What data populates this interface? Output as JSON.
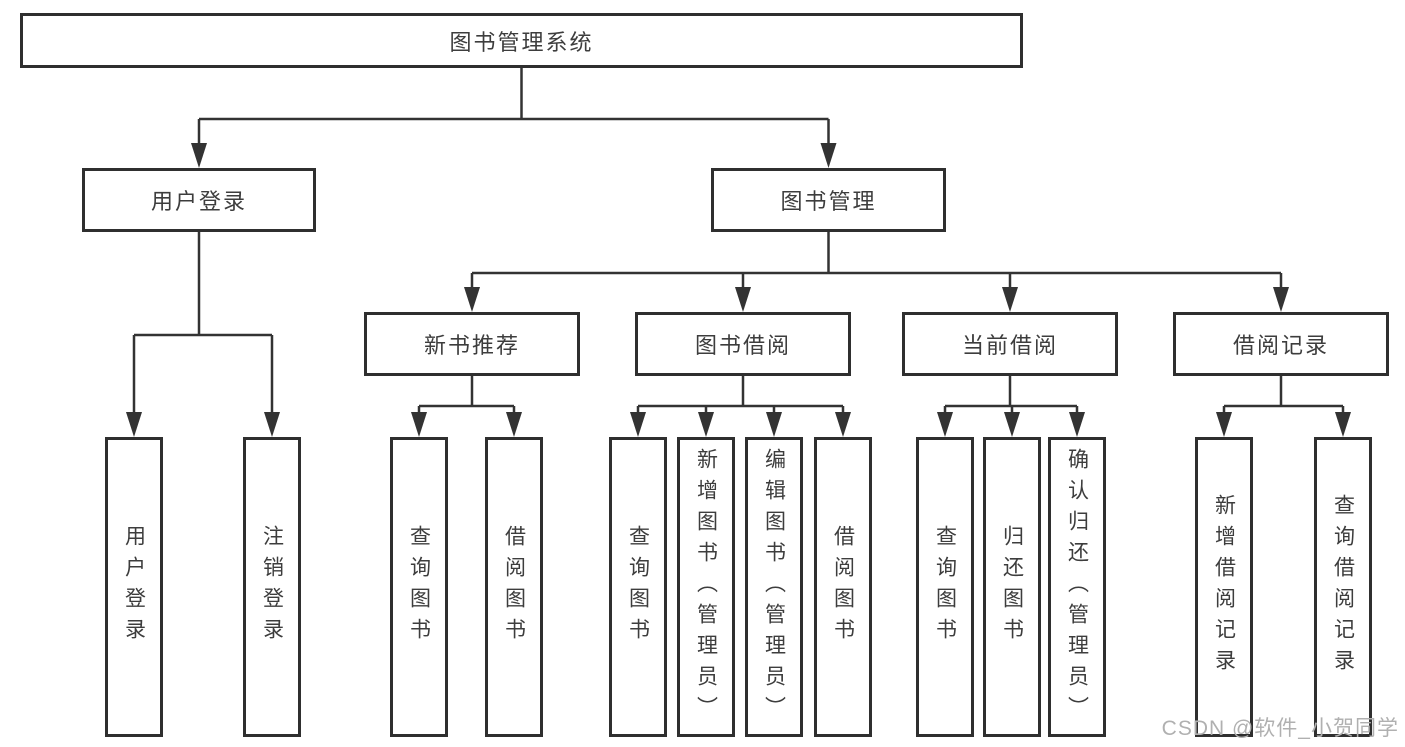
{
  "diagram_title": "图书管理系统",
  "watermark": "CSDN @软件_小贺同学",
  "colors": {
    "line": "#333333",
    "box_border": "#2f2f2f",
    "text": "#3d3d3d",
    "background": "#ffffff",
    "watermark": "#b0b0b0"
  },
  "tree": {
    "label": "图书管理系统",
    "children": [
      {
        "label": "用户登录",
        "children": [
          {
            "label": "用户登录"
          },
          {
            "label": "注销登录"
          }
        ]
      },
      {
        "label": "图书管理",
        "children": [
          {
            "label": "新书推荐",
            "children": [
              {
                "label": "查询图书"
              },
              {
                "label": "借阅图书"
              }
            ]
          },
          {
            "label": "图书借阅",
            "children": [
              {
                "label": "查询图书"
              },
              {
                "label": "新增图书（管理员）"
              },
              {
                "label": "编辑图书（管理员）"
              },
              {
                "label": "借阅图书"
              }
            ]
          },
          {
            "label": "当前借阅",
            "children": [
              {
                "label": "查询图书"
              },
              {
                "label": "归还图书"
              },
              {
                "label": "确认归还（管理员）"
              }
            ]
          },
          {
            "label": "借阅记录",
            "children": [
              {
                "label": "新增借阅记录"
              },
              {
                "label": "查询借阅记录"
              }
            ]
          }
        ]
      }
    ]
  }
}
